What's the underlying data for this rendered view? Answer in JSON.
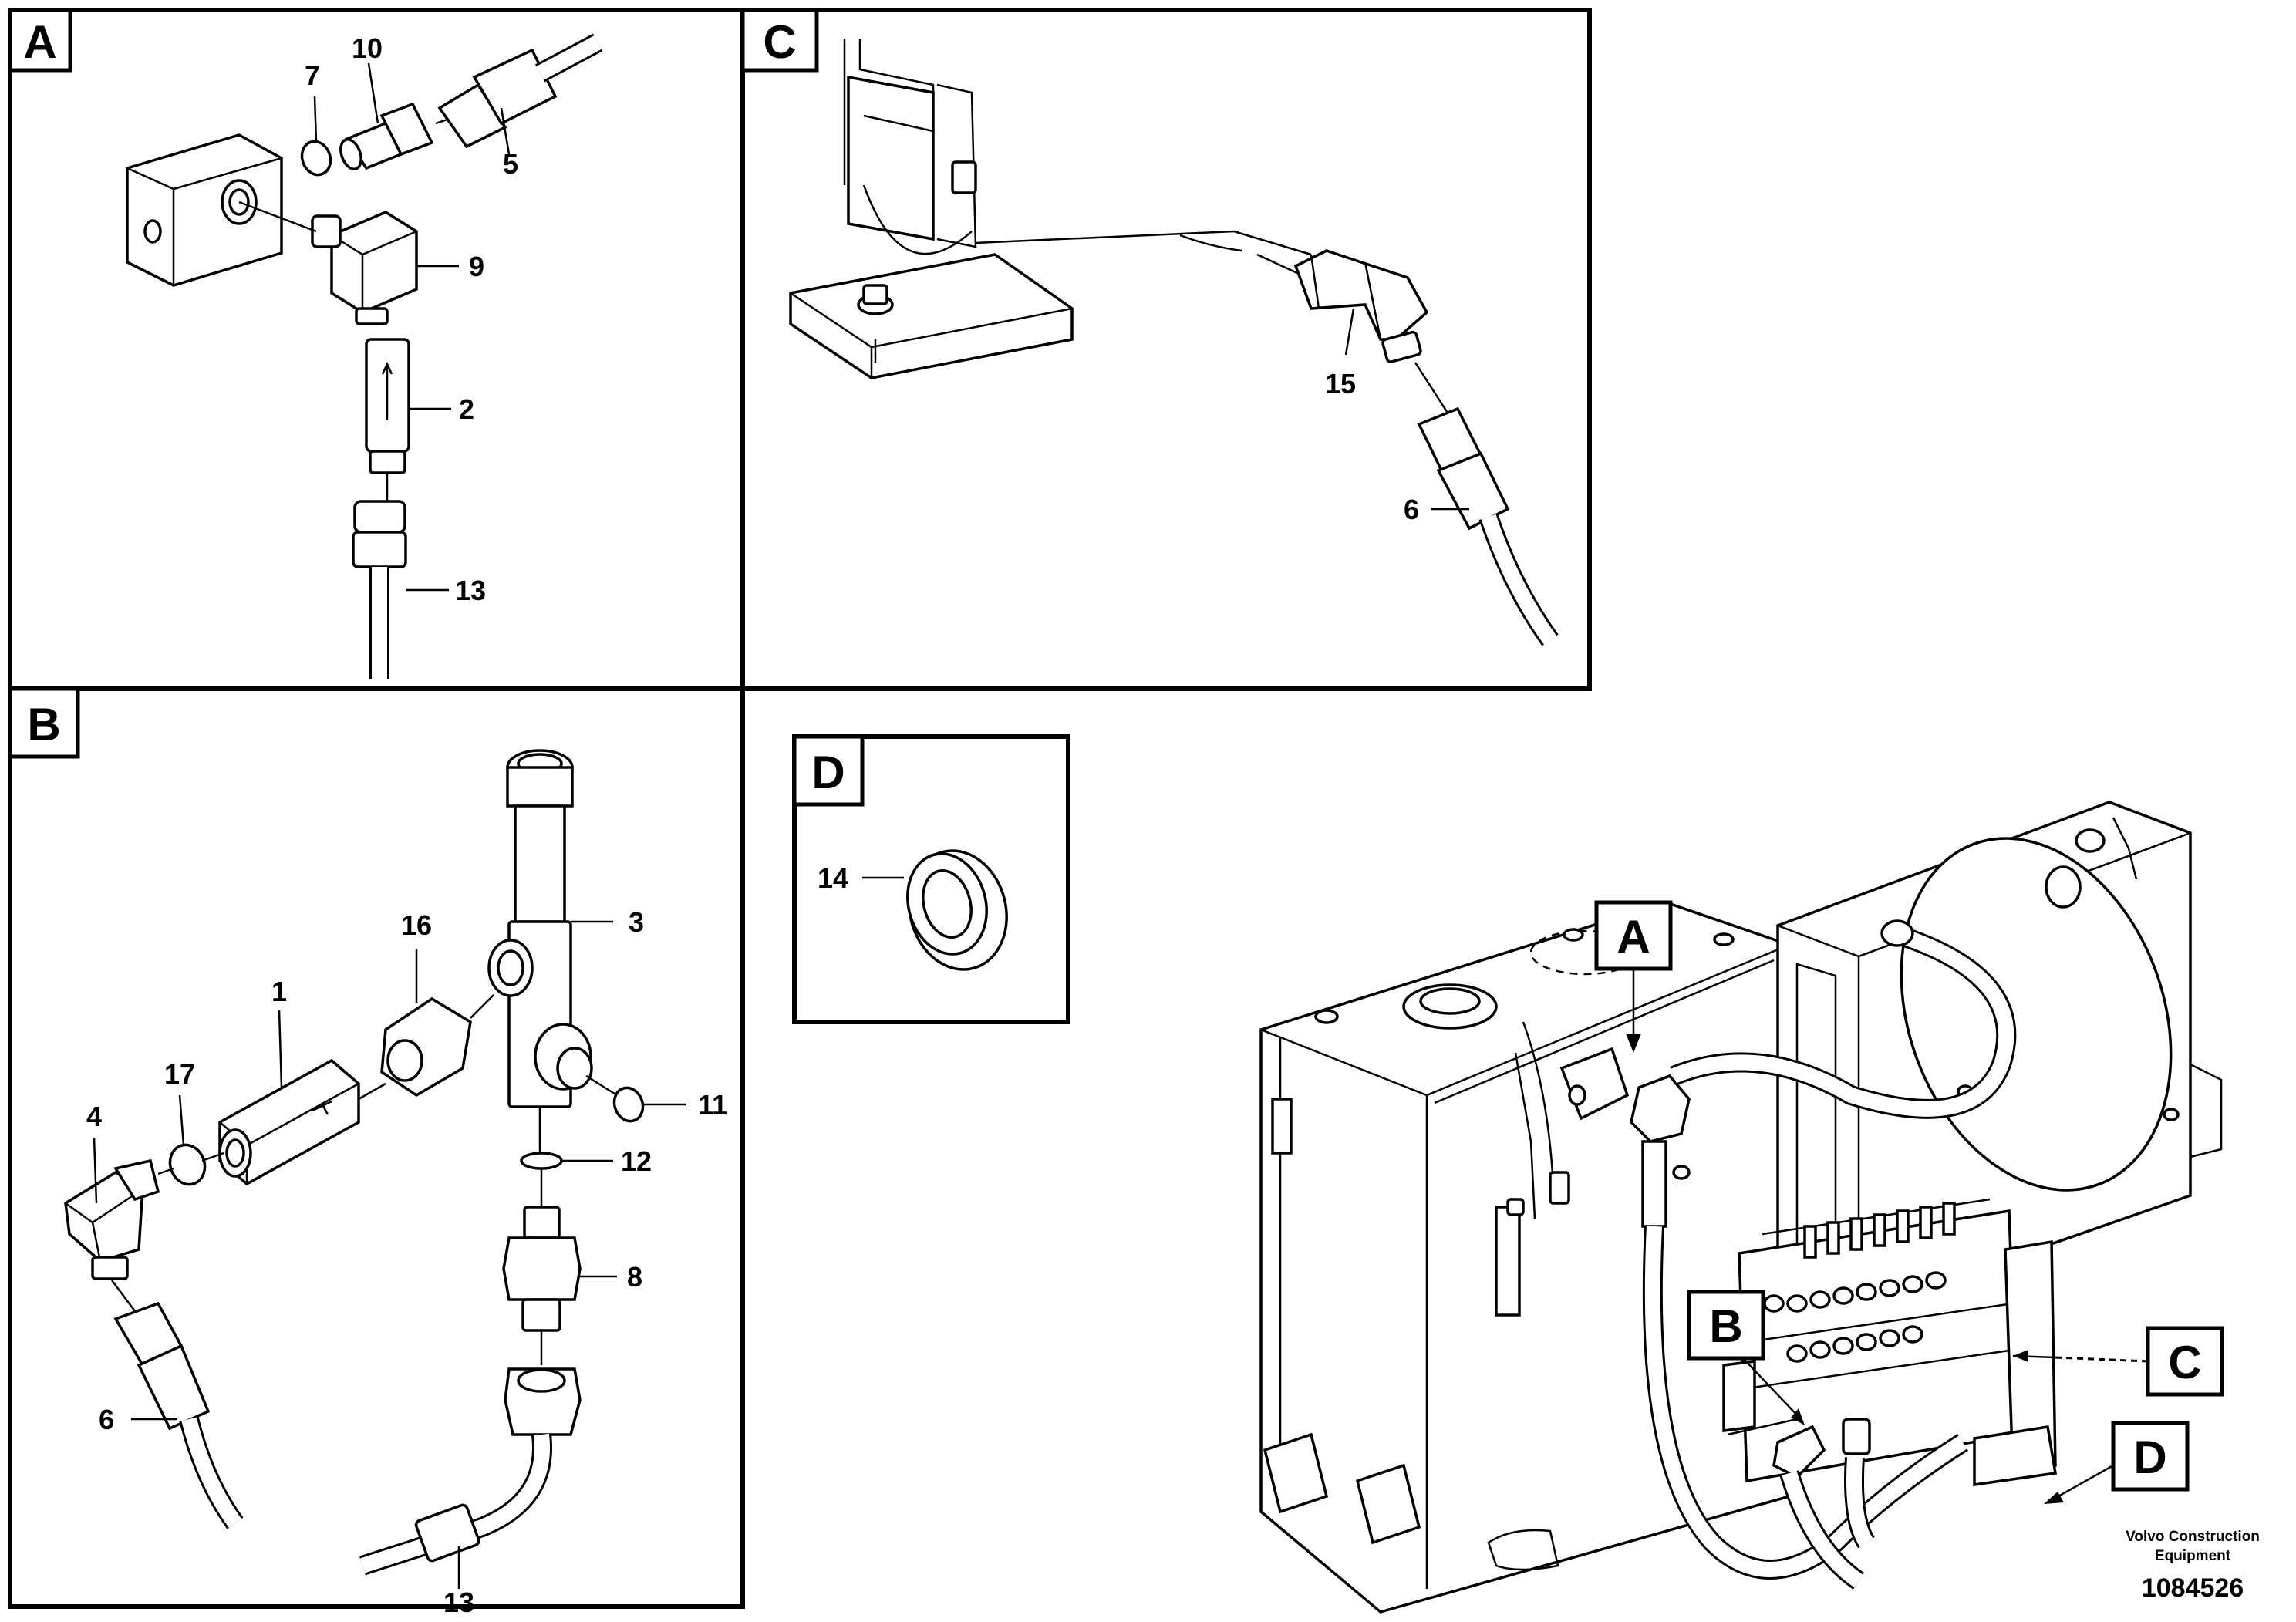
{
  "panels": {
    "A": {
      "tag": "A",
      "labels": {
        "p7": "7",
        "p10": "10",
        "p5": "5",
        "p9": "9",
        "p2": "2",
        "p13": "13"
      }
    },
    "B": {
      "tag": "B",
      "labels": {
        "p16": "16",
        "p3": "3",
        "p1": "1",
        "p17": "17",
        "p4": "4",
        "p11": "11",
        "p12": "12",
        "p8": "8",
        "p6": "6",
        "p13": "13"
      }
    },
    "C": {
      "tag": "C",
      "labels": {
        "p15": "15",
        "p6": "6"
      }
    },
    "D": {
      "tag": "D",
      "labels": {
        "p14": "14"
      }
    }
  },
  "overview": {
    "callouts": [
      "A",
      "B",
      "C",
      "D"
    ]
  },
  "credit": {
    "line1": "Volvo Construction",
    "line2": "Equipment"
  },
  "figure_number": "1084526"
}
